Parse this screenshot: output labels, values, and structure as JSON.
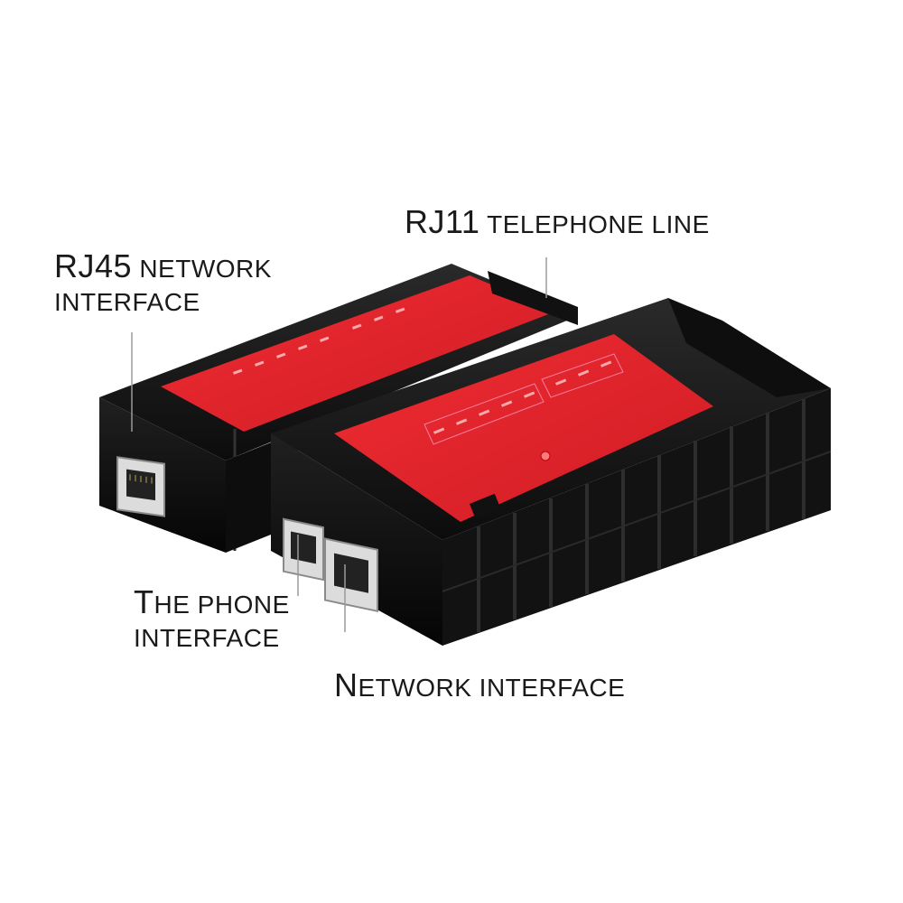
{
  "labels": {
    "rj45_big": "RJ45",
    "rj45_rest": " NETWORK",
    "rj45_line2": "INTERFACE",
    "rj11_big": "RJ11",
    "rj11_rest": " TELEPHONE LINE",
    "phone_big": "T",
    "phone_rest": "HE PHONE",
    "phone_line2": "INTERFACE",
    "net_big": "N",
    "net_rest": "ETWORK INTERFACE"
  },
  "colors": {
    "background": "#ffffff",
    "device_body": "#151515",
    "device_panel": "#e8242c",
    "label_text": "#1a1a1a"
  }
}
